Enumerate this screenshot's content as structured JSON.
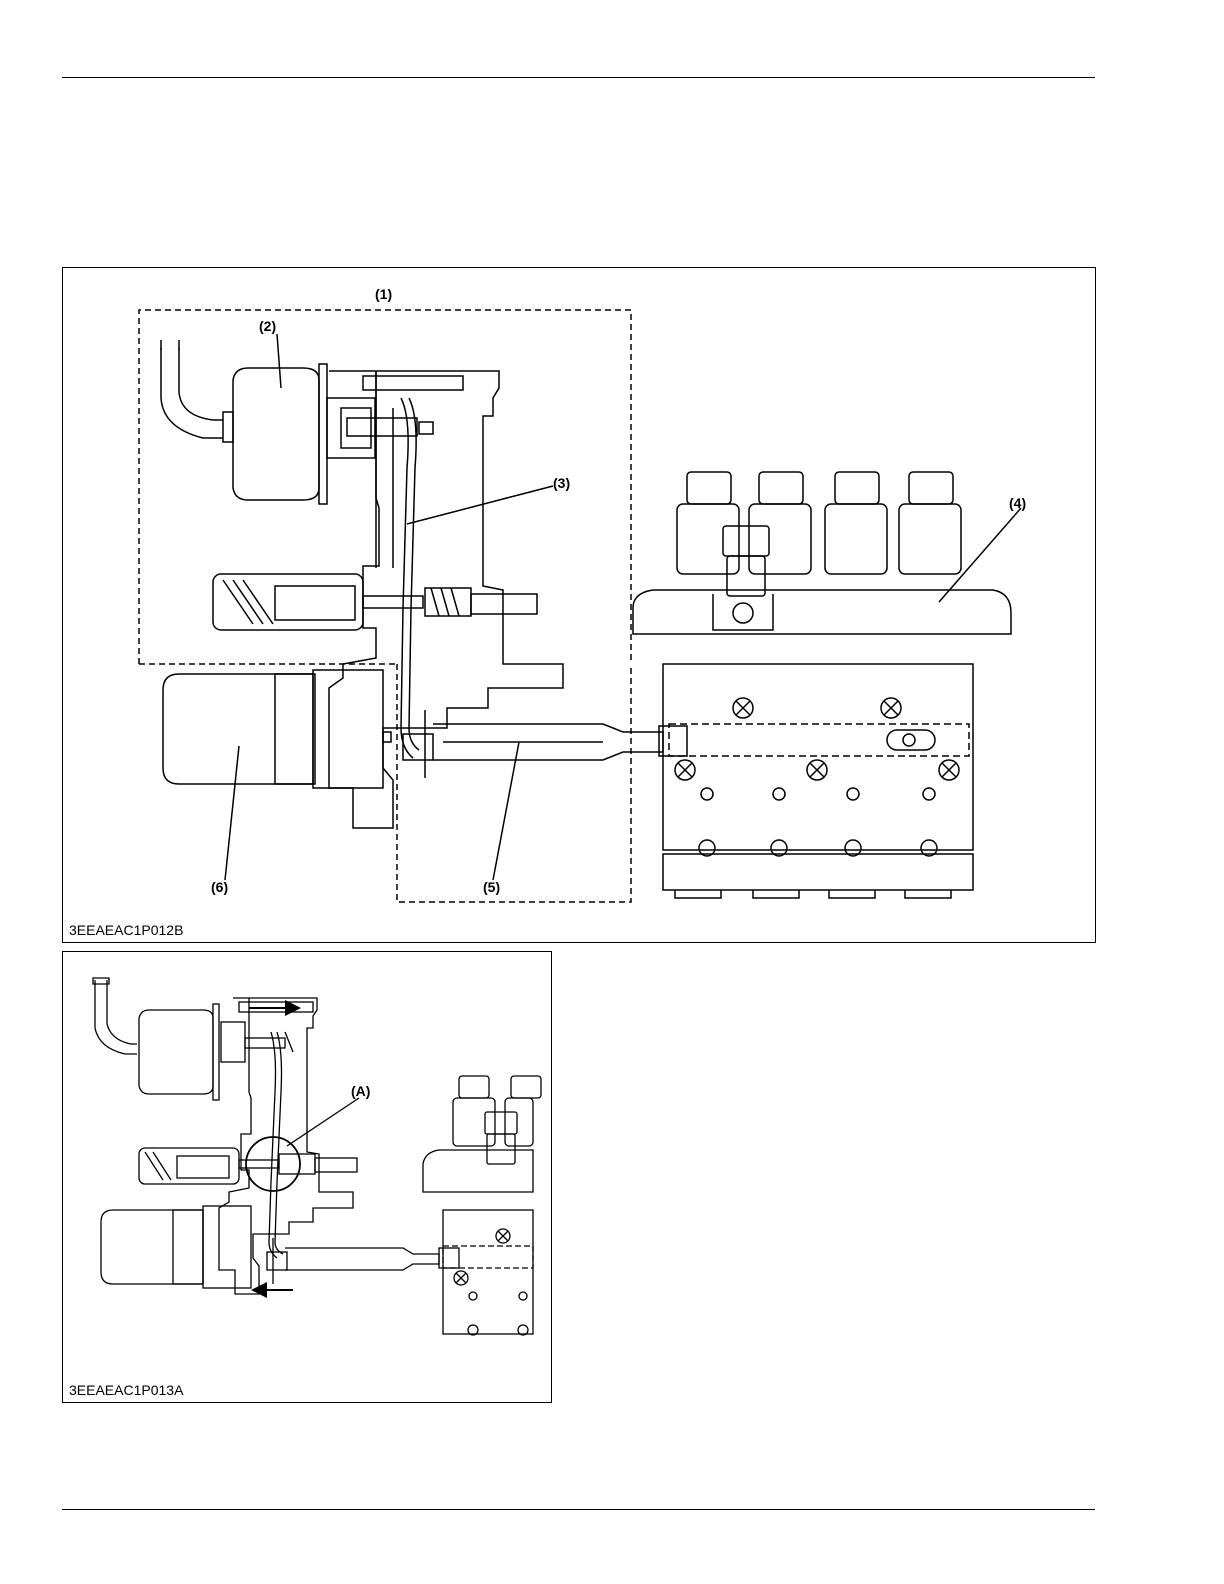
{
  "figure1": {
    "code": "3EEAEAC1P012B",
    "callouts": {
      "c1": "(1)",
      "c2": "(2)",
      "c3": "(3)",
      "c4": "(4)",
      "c5": "(5)",
      "c6": "(6)"
    }
  },
  "figure2": {
    "code": "3EEAEAC1P013A",
    "callouts": {
      "a": "(A)"
    }
  }
}
